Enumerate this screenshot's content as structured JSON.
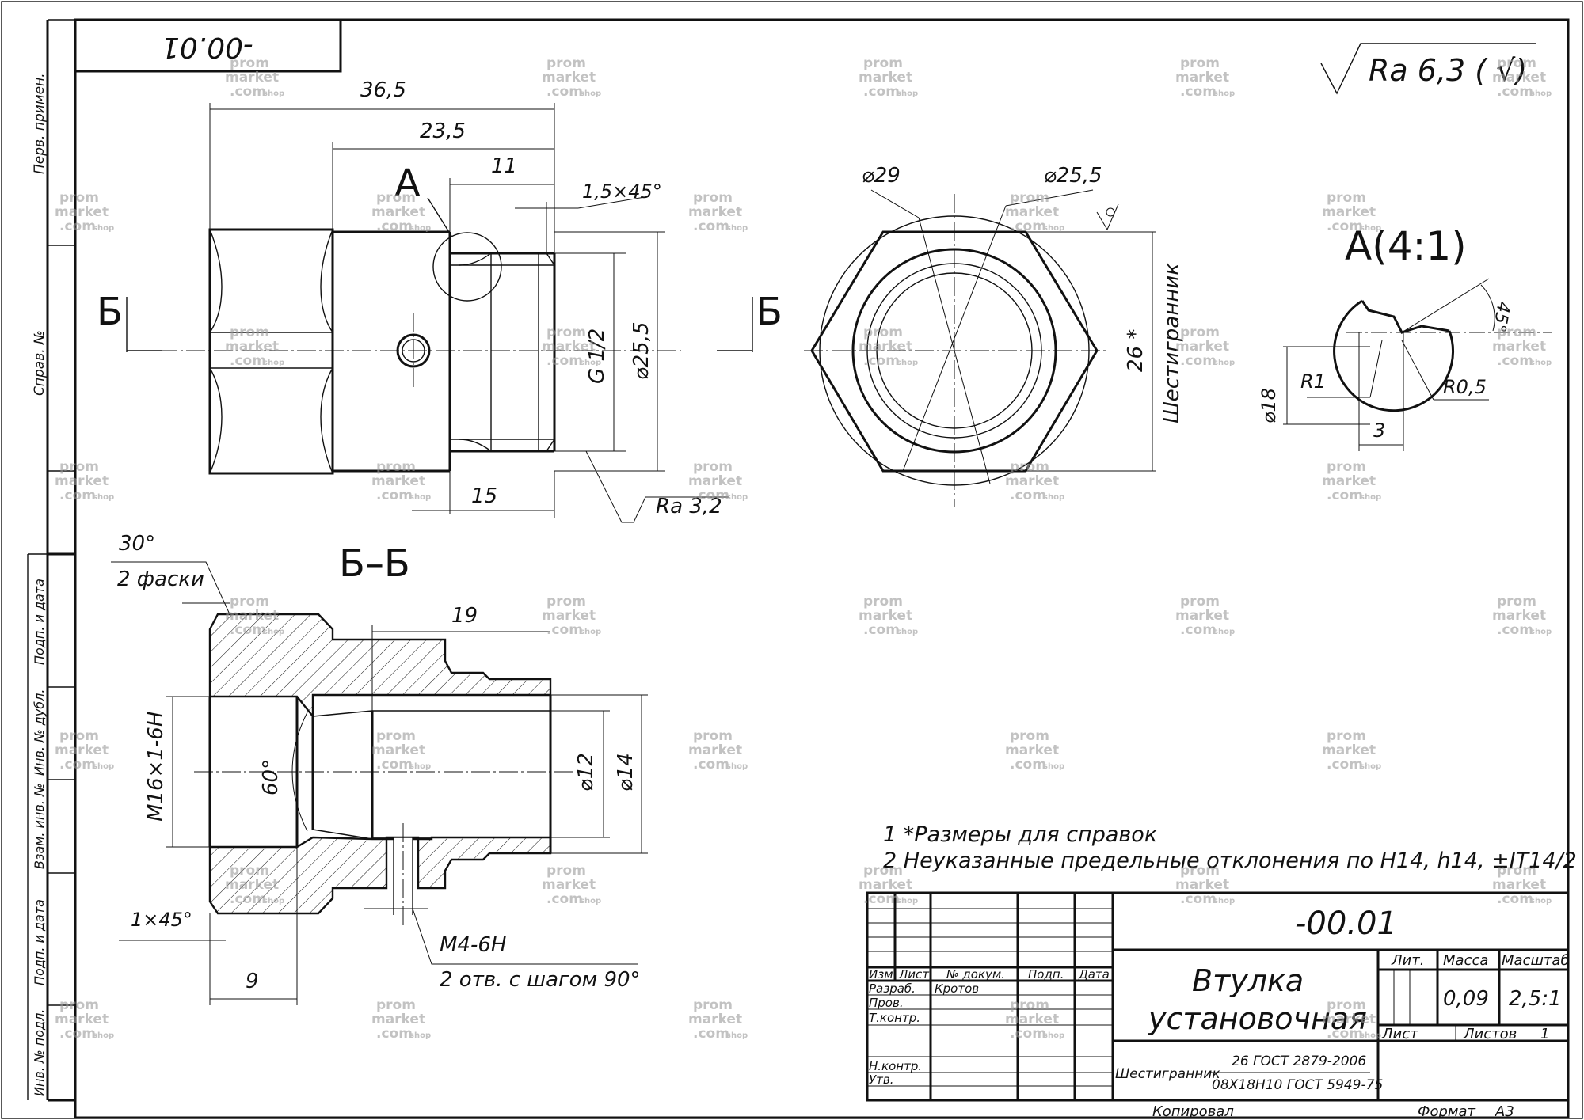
{
  "drawing": {
    "code_rotated": "-00.01",
    "roughness_general": "Ra 6,3 ( √)",
    "roughness_local": "Ra 3,2",
    "view_labels": {
      "detail_ref": "А",
      "section_mark": "Б",
      "section_title": "Б–Б",
      "detail_title": "А(4:1)"
    },
    "dims_top": {
      "d365": "36,5",
      "d235": "23,5",
      "d11": "11",
      "chamfer": "1,5×45°",
      "thread": "G 1/2",
      "dia255": "⌀25,5",
      "d15": "15"
    },
    "dims_end": {
      "dia29": "⌀29",
      "dia255": "⌀25,5",
      "size26": "26 *",
      "hex": "Шестигранник"
    },
    "dims_detail": {
      "r1": "R1",
      "r05": "R0,5",
      "dia18": "⌀18",
      "d3": "3",
      "ang45": "45°"
    },
    "dims_section": {
      "ang30": "30°",
      "two_chamfers": "2 фаски",
      "d19": "19",
      "m16": "M16×1-6H",
      "ang60": "60°",
      "dia12": "⌀12",
      "dia14": "⌀14",
      "chamfer1": "1×45°",
      "d9": "9",
      "m4": "M4-6H",
      "holes": "2 отв. с шагом 90°"
    },
    "notes": [
      "1  *Размеры для справок",
      "2  Неуказанные предельные отклонения по H14, h14, ±IT14/2"
    ]
  },
  "side_columns": {
    "perv_primen": "Перв. примен.",
    "sprav_no": "Справ. №",
    "podp_data": "Подп. и дата",
    "inv_dubl": "Инв. № дубл.",
    "vzam_inv": "Взам. инв. №",
    "inv_podl": "Инв. № подл."
  },
  "title_block": {
    "designation": "-00.01",
    "name_line1": "Втулка",
    "name_line2": "установочная",
    "headers": {
      "izm": "Изм.",
      "list": "Лист",
      "doc": "№ докум.",
      "podp": "Подп.",
      "data": "Дата"
    },
    "roles": {
      "razrab": "Разраб.",
      "prov": "Пров.",
      "tkontr": "Т.контр.",
      "nkontr": "Н.контр.",
      "utv": "Утв."
    },
    "developer": "Кротов",
    "lit_label": "Лит.",
    "mass_label": "Масса",
    "scale_label": "Масштаб",
    "mass": "0,09",
    "scale": "2,5:1",
    "sheet_label": "Лист",
    "sheets_label": "Листов",
    "sheets_count": "1",
    "material_label": "Шестигранник",
    "material_line1": "26 ГОСТ 2879-2006",
    "material_line2": "08Х18Н10 ГОСТ 5949-75",
    "copied": "Копировал",
    "format_label": "Формат",
    "format_value": "А3"
  },
  "watermark": {
    "line1": "prom",
    "line2": "market",
    "line3": ".com",
    "suffix": "shop"
  }
}
